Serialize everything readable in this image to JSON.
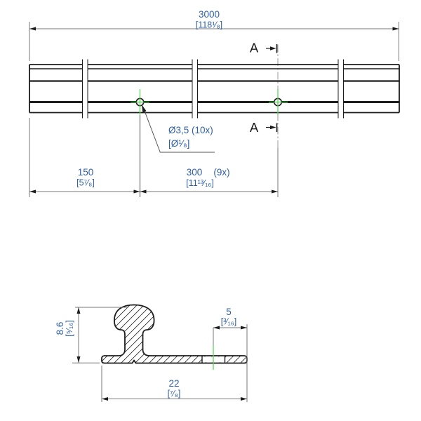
{
  "colors": {
    "dimension_text": "#2e5fa8",
    "centerline_green": "#5cd65c",
    "line_black": "#1c1c1c",
    "dim_line_gray": "#777777"
  },
  "top_view": {
    "overall_length": {
      "mm": "3000",
      "inch": "[118¹⁄₈]"
    },
    "first_hole_offset": {
      "mm": "150",
      "inch": "[5⁷⁄₈]"
    },
    "hole_spacing": {
      "mm": "300",
      "count": "(9x)",
      "inch": "[11¹³⁄₁₆]"
    },
    "hole_callout": {
      "mm": "Ø3,5 (10x)",
      "inch": "[Ø¹⁄₈]"
    },
    "section_label": "A"
  },
  "section_view": {
    "height": {
      "mm": "8.6",
      "inch": "[⁵⁄₁₆]"
    },
    "hole_to_edge": {
      "mm": "5",
      "inch": "[³⁄₁₆]"
    },
    "width": {
      "mm": "22",
      "inch": "[⁷⁄₈]"
    }
  }
}
